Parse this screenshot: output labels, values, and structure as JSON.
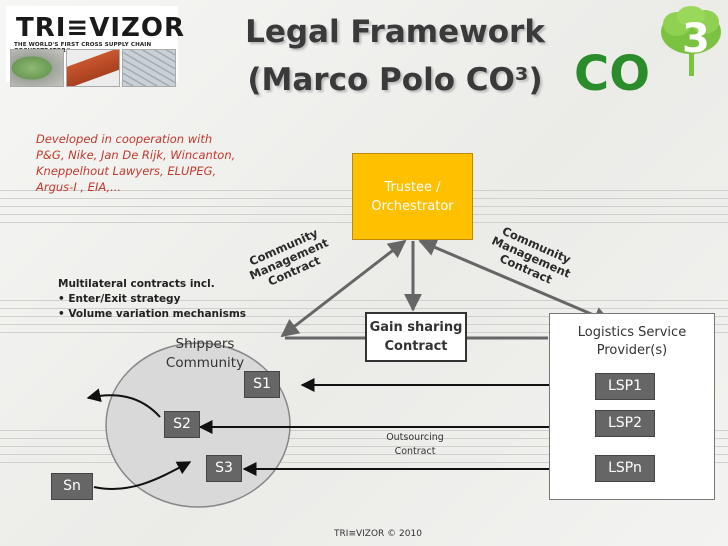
{
  "logo": {
    "name": "TRI≡VIZOR",
    "tagline": "THE WORLD'S FIRST CROSS SUPPLY CHAIN ORCHESTRATOR®"
  },
  "title": {
    "line1": "Legal Framework",
    "line2": "(Marco Polo CO³)"
  },
  "co3_logo": {
    "text": "CO",
    "superscript": "3",
    "color": "#2a8c2a"
  },
  "credit": {
    "lines": [
      "Developed in cooperation with",
      "P&G, Nike, Jan De Rijk, Wincanton,",
      "Kneppelhout Lawyers, ELUPEG,",
      "Argus-I , EIA,..."
    ]
  },
  "trustee": {
    "line1": "Trustee /",
    "line2": "Orchestrator",
    "color": "#ffc000"
  },
  "community_contract_left": {
    "line1": "Community",
    "line2": "Management",
    "line3": "Contract"
  },
  "community_contract_right": {
    "line1": "Community",
    "line2": "Management",
    "line3": "Contract"
  },
  "multilateral": {
    "heading": "Multilateral contracts incl.",
    "items": [
      "• Enter/Exit strategy",
      "• Volume variation mechanisms"
    ]
  },
  "gain_sharing": {
    "line1": "Gain sharing",
    "line2": "Contract"
  },
  "shippers": {
    "line1": "Shippers",
    "line2": "Community"
  },
  "lsp_group": {
    "line1": "Logistics Service",
    "line2": "Provider(s)"
  },
  "nodes": {
    "s1": "S1",
    "s2": "S2",
    "s3": "S3",
    "sn": "Sn",
    "lsp1": "LSP1",
    "lsp2": "LSP2",
    "lspn": "LSPn"
  },
  "outsourcing": {
    "line1": "Outsourcing",
    "line2": "Contract"
  },
  "footer": {
    "copyright": "TRI≡VIZOR © 2010"
  }
}
